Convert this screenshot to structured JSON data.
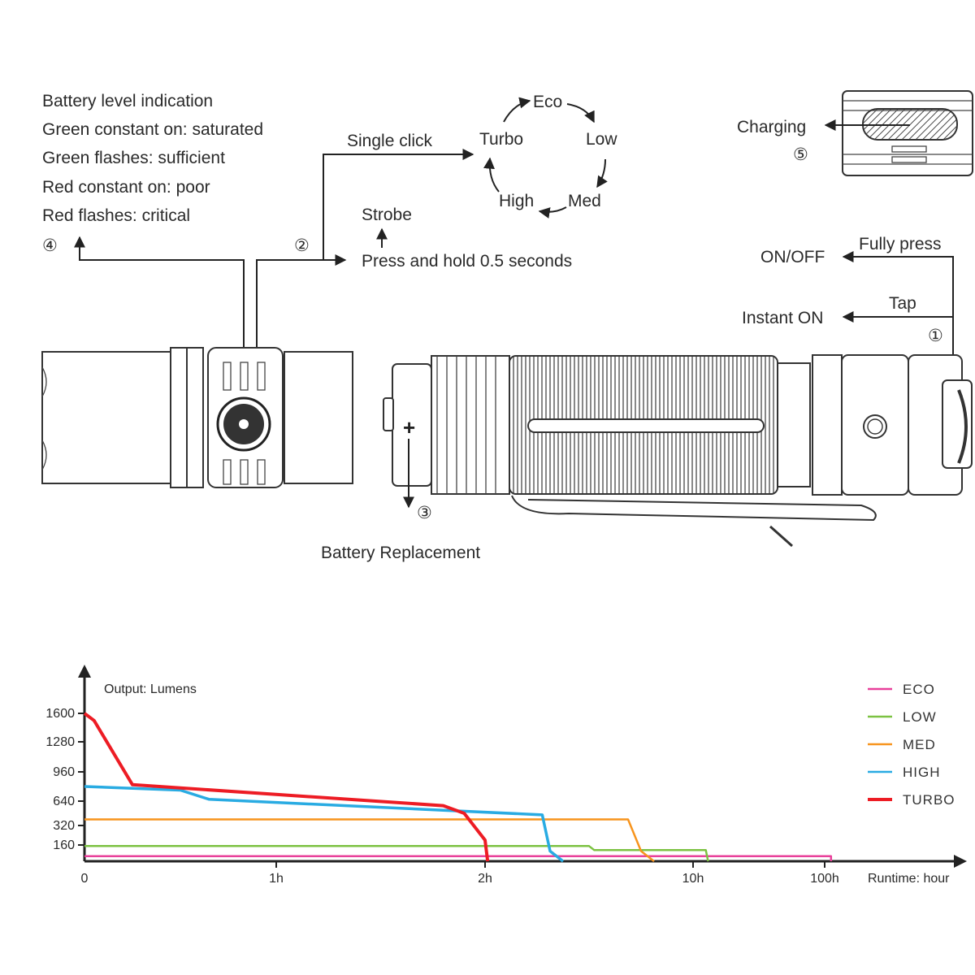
{
  "battery_indicator": {
    "title": "Battery level indication",
    "lines": [
      "Green constant on: saturated",
      "Green flashes: sufficient",
      "Red constant on: poor",
      "Red flashes: critical"
    ],
    "marker": "④"
  },
  "mode_switch": {
    "marker": "②",
    "single_click": "Single click",
    "press_hold": "Press and hold 0.5 seconds",
    "strobe": "Strobe",
    "cycle": {
      "eco": "Eco",
      "low": "Low",
      "med": "Med",
      "high": "High",
      "turbo": "Turbo"
    }
  },
  "charging": {
    "label": "Charging",
    "marker": "⑤"
  },
  "tail_switch": {
    "fully_press": "Fully press",
    "on_off": "ON/OFF",
    "tap": "Tap",
    "instant_on": "Instant ON",
    "marker": "①"
  },
  "battery_replacement": {
    "label": "Battery Replacement",
    "marker": "③",
    "plus": "+"
  },
  "chart_data": {
    "type": "line",
    "ylabel": "Output: Lumens",
    "xlabel": "Runtime: hour",
    "y_ticks": [
      "1600",
      "1280",
      "960",
      "640",
      "320",
      "160"
    ],
    "x_ticks": [
      "0",
      "1h",
      "2h",
      "10h",
      "100h"
    ],
    "legend_position": "top-right",
    "series": [
      {
        "name": "ECO",
        "color": "#e8409a",
        "runtime_hours": 110,
        "values": [
          [
            0,
            50
          ],
          [
            110,
            50
          ],
          [
            110,
            0
          ]
        ]
      },
      {
        "name": "LOW",
        "color": "#7cc242",
        "runtime_hours": 13,
        "values": [
          [
            0,
            150
          ],
          [
            6,
            150
          ],
          [
            6.2,
            110
          ],
          [
            12.5,
            110
          ],
          [
            13,
            0
          ]
        ]
      },
      {
        "name": "MED",
        "color": "#f7941d",
        "runtime_hours": 8.5,
        "values": [
          [
            0,
            400
          ],
          [
            7.5,
            400
          ],
          [
            8,
            100
          ],
          [
            8.5,
            0
          ]
        ]
      },
      {
        "name": "HIGH",
        "color": "#29abe2",
        "runtime_hours": 5,
        "values": [
          [
            0,
            800
          ],
          [
            0.5,
            760
          ],
          [
            0.65,
            660
          ],
          [
            4.2,
            460
          ],
          [
            4.5,
            100
          ],
          [
            5,
            0
          ]
        ]
      },
      {
        "name": "TURBO",
        "color": "#ed1c24",
        "runtime_hours": 2.1,
        "values": [
          [
            0,
            1600
          ],
          [
            0.05,
            1520
          ],
          [
            0.25,
            820
          ],
          [
            1.8,
            580
          ],
          [
            1.9,
            480
          ],
          [
            2,
            200
          ],
          [
            2.1,
            0
          ]
        ]
      }
    ]
  }
}
